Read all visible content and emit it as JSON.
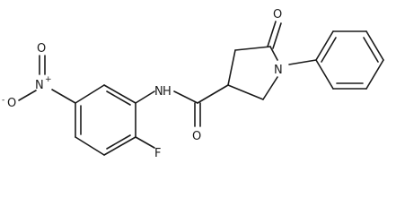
{
  "atoms": {
    "ketone_o": "O",
    "amide_o": "O",
    "amide_n": "N",
    "ring_n": "N",
    "amide_h": "H",
    "fluorine": "F",
    "nitro_n": "N",
    "nitro_n_charge": "+",
    "nitro_o_single": "O",
    "nitro_o_single_charge": "-",
    "nitro_o_double": "O"
  }
}
